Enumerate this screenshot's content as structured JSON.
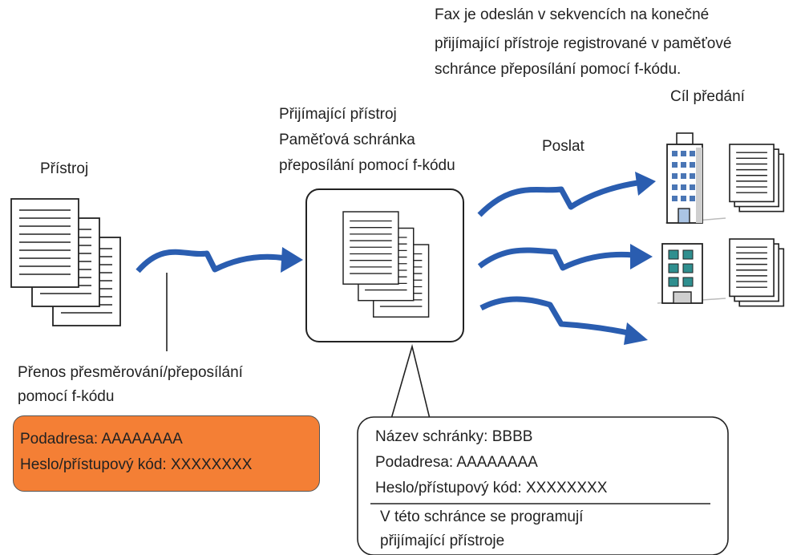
{
  "top_note": {
    "line1": "Fax je odeslán v sekvencích na konečné",
    "line2": "přijímající přístroje registrované v paměťové",
    "line3": "schránce přeposílání pomocí f-kódu."
  },
  "destination_label": "Cíl předání",
  "receiver_label": {
    "line1": "Přijímající přístroj",
    "line2": "Paměťová schránka",
    "line3": "přeposílání pomocí f-kódu"
  },
  "send_label": "Poslat",
  "sender_label": "Přístroj",
  "transfer_label": {
    "line1": "Přenos přesměrování/přeposílání",
    "line2": "pomocí f-kódu"
  },
  "sender_settings": {
    "subaddress": "Podadresa: AAAAAAAA",
    "password": "Heslo/přístupový kód: XXXXXXXX"
  },
  "box_callout": {
    "box_name": "Název schránky: BBBB",
    "subaddress": "Podadresa: AAAAAAAA",
    "password": "Heslo/přístupový kód: XXXXXXXX",
    "note_line1": "V této schránce se programují",
    "note_line2": "přijímající přístroje"
  },
  "colors": {
    "arrow_blue": "#2a5db0",
    "callout_orange": "#f47f35",
    "building_blue": "#4a76b5",
    "building_teal": "#2f8f8f"
  }
}
